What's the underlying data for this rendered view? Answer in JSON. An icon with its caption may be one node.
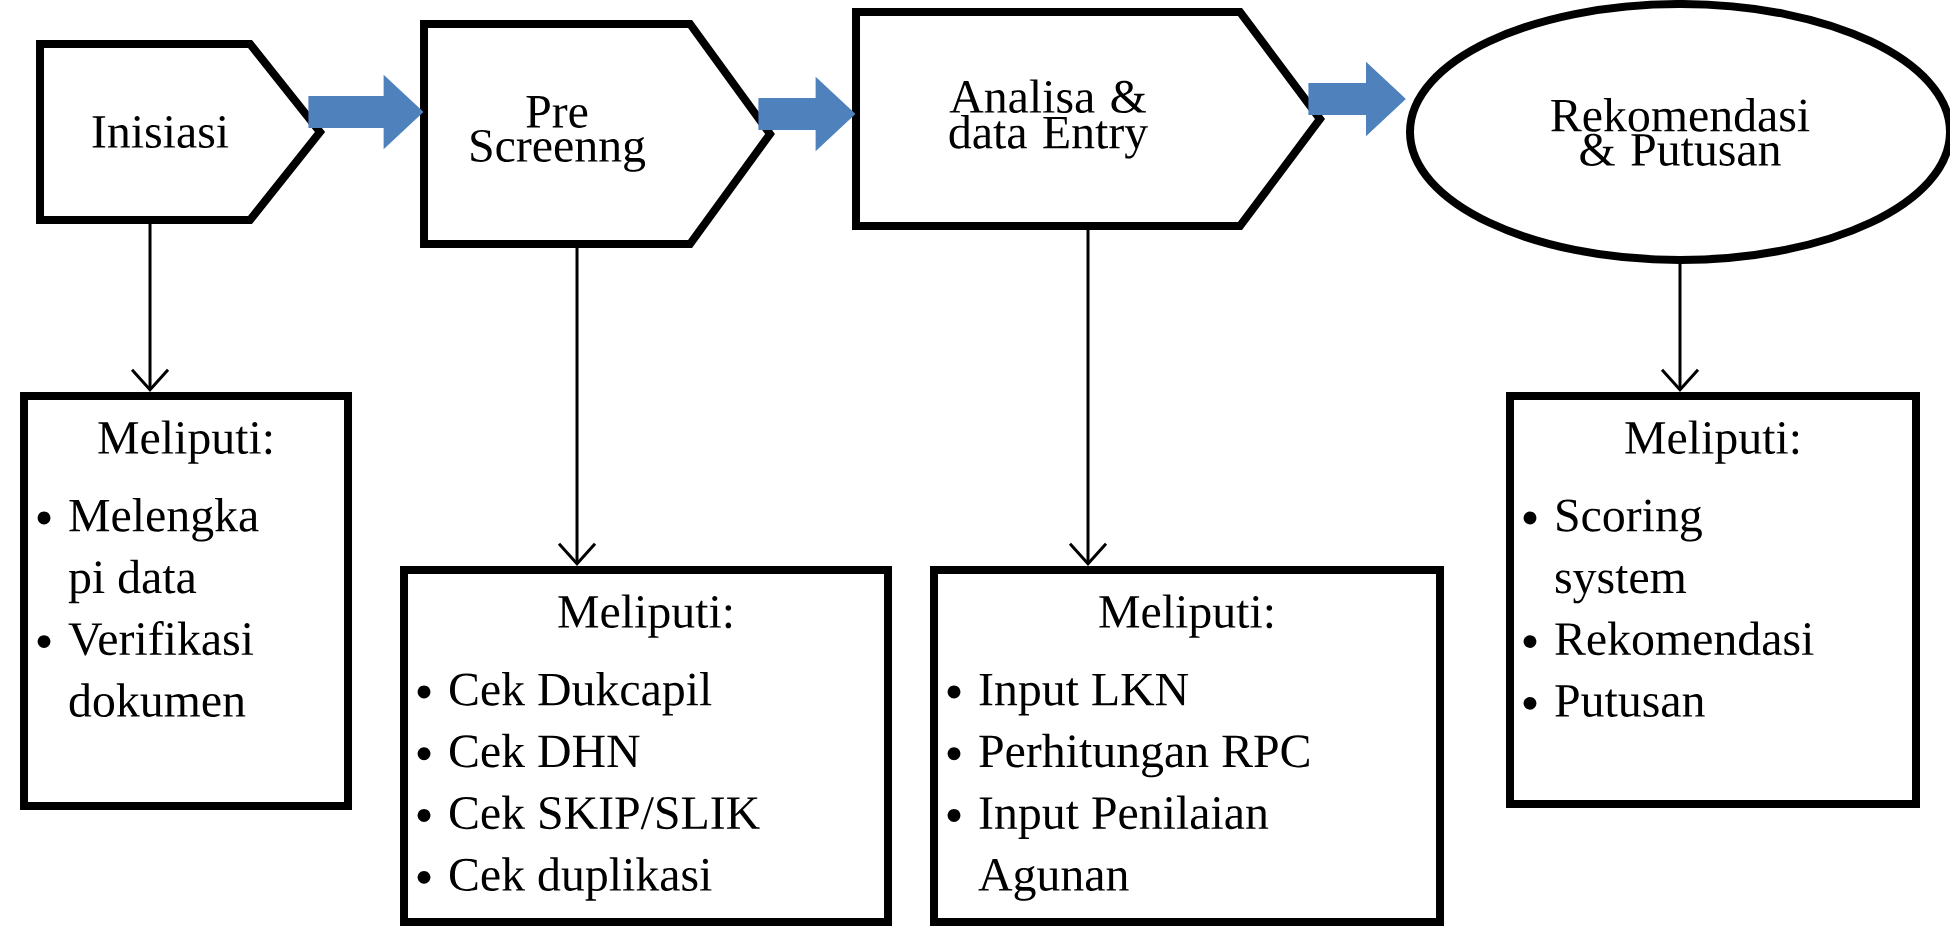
{
  "diagram": {
    "nodes": [
      {
        "text": [
          "Inisiasi"
        ]
      },
      {
        "text": [
          "Pre Screenng"
        ]
      },
      {
        "text": [
          "Analisa & data Entry"
        ]
      },
      {
        "text": [
          "Rekomendasi & Putusan"
        ]
      },
      {
        "text": [
          "Meliputi:",
          "Melengka pi data",
          "Verifikasi dokumen"
        ]
      },
      {
        "text": [
          "Meliputi:",
          "Cek Dukcapil",
          "Cek DHN",
          "Cek SKIP/SLIK",
          "Cek duplikasi"
        ]
      },
      {
        "text": [
          "Meliputi:",
          "Input LKN",
          "Perhitungan RPC",
          "Input Penilaian Agunan"
        ]
      },
      {
        "text": [
          "Meliputi:",
          "Scoring system",
          "Rekomendasi",
          "Putusan"
        ]
      }
    ],
    "edges": [
      {
        "from": 0,
        "to": 1,
        "arrow": "to",
        "style": "thick",
        "color": "#4f81bd"
      },
      {
        "from": 1,
        "to": 2,
        "arrow": "to",
        "style": "thick",
        "color": "#4f81bd"
      },
      {
        "from": 2,
        "to": 3,
        "arrow": "to",
        "style": "thick",
        "color": "#4f81bd"
      },
      {
        "from": 0,
        "to": 4,
        "arrow": "to"
      },
      {
        "from": 1,
        "to": 5,
        "arrow": "to"
      },
      {
        "from": 2,
        "to": 6,
        "arrow": "to"
      },
      {
        "from": 3,
        "to": 7,
        "arrow": "to"
      }
    ]
  }
}
